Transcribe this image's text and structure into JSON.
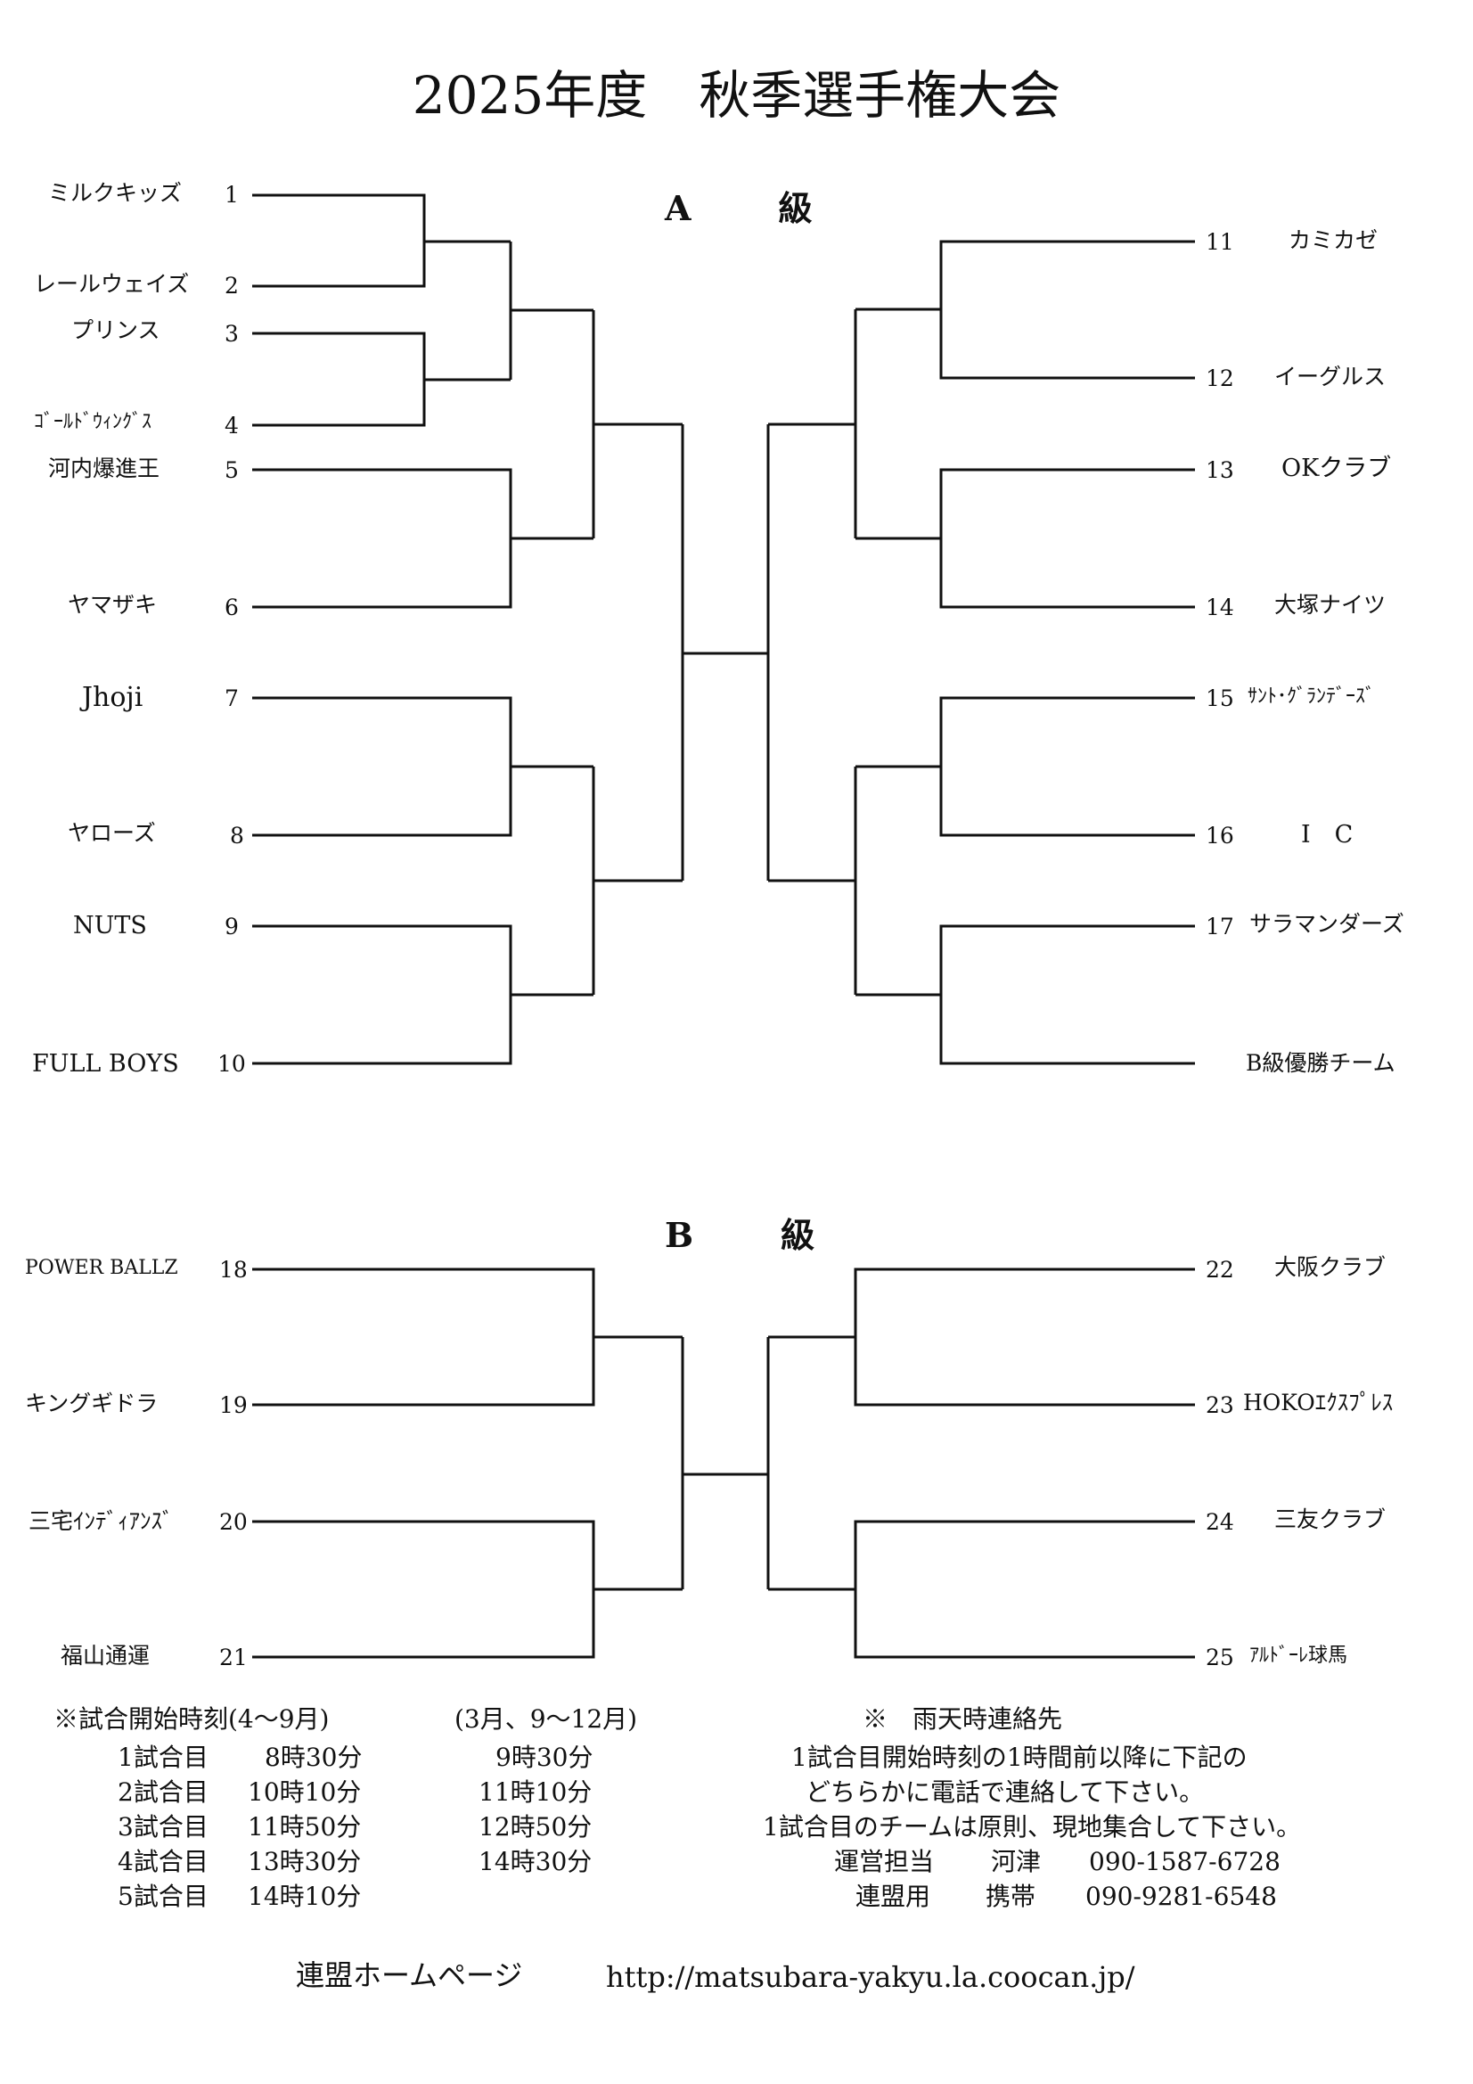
{
  "title": "2025年度　秋季選手権大会",
  "division_a": {
    "label": "A　級",
    "left": [
      {
        "name": "ミルクキッズ",
        "num": "1"
      },
      {
        "name": "レールウェイズ",
        "num": "2"
      },
      {
        "name": "プリンス",
        "num": "3"
      },
      {
        "name": "ｺﾞｰﾙﾄﾞｳｨﾝｸﾞｽ",
        "num": "4"
      },
      {
        "name": "河内爆進王",
        "num": "5"
      },
      {
        "name": "ヤマザキ",
        "num": "6"
      },
      {
        "name": "Jhoji",
        "num": "7"
      },
      {
        "name": "ヤローズ",
        "num": "8"
      },
      {
        "name": "NUTS",
        "num": "9"
      },
      {
        "name": "FULL BOYS",
        "num": "10"
      }
    ],
    "right": [
      {
        "name": "カミカゼ",
        "num": "11"
      },
      {
        "name": "イーグルス",
        "num": "12"
      },
      {
        "name": "OKクラブ",
        "num": "13"
      },
      {
        "name": "大塚ナイツ",
        "num": "14"
      },
      {
        "name": "ｻﾝﾄ･ｸﾞﾗﾝﾃﾞｰｽﾞ",
        "num": "15"
      },
      {
        "name": "I　C",
        "num": "16"
      },
      {
        "name": "サラマンダーズ",
        "num": "17"
      },
      {
        "name": "B級優勝チーム",
        "num": ""
      }
    ]
  },
  "division_b": {
    "label": "B　級",
    "left": [
      {
        "name": "POWER BALLZ",
        "num": "18"
      },
      {
        "name": "キングギドラ",
        "num": "19"
      },
      {
        "name": "三宅ｲﾝﾃﾞｨｱﾝｽﾞ",
        "num": "20"
      },
      {
        "name": "福山通運",
        "num": "21"
      }
    ],
    "right": [
      {
        "name": "大阪クラブ",
        "num": "22"
      },
      {
        "name": "HOKOｴｸｽﾌﾟﾚｽ",
        "num": "23"
      },
      {
        "name": "三友クラブ",
        "num": "24"
      },
      {
        "name": "ｱﾙﾄﾞｰﾚ球馬",
        "num": "25"
      }
    ]
  },
  "schedule": {
    "header_summer": "※試合開始時刻(4～9月)",
    "header_other": "(3月、9～12月)",
    "rows": [
      {
        "game": "1試合目",
        "summer": "8時30分",
        "other": "9時30分"
      },
      {
        "game": "2試合目",
        "summer": "10時10分",
        "other": "11時10分"
      },
      {
        "game": "3試合目",
        "summer": "11時50分",
        "other": "12時50分"
      },
      {
        "game": "4試合目",
        "summer": "13時30分",
        "other": "14時30分"
      },
      {
        "game": "5試合目",
        "summer": "14時10分",
        "other": ""
      }
    ]
  },
  "rain": {
    "header": "※　雨天時連絡先",
    "lines": [
      "1試合目開始時刻の1時間前以降に下記の",
      "どちらかに電話で連絡して下さい。",
      "1試合目のチームは原則、現地集合して下さい。"
    ],
    "contacts": [
      {
        "role": "運営担当",
        "name": "河津",
        "phone": "090-1587-6728"
      },
      {
        "role": "連盟用",
        "name": "携帯",
        "phone": "090-9281-6548"
      }
    ]
  },
  "footer": {
    "label": "連盟ホームページ",
    "url": "http://matsubara-yakyu.la.coocan.jp/"
  }
}
